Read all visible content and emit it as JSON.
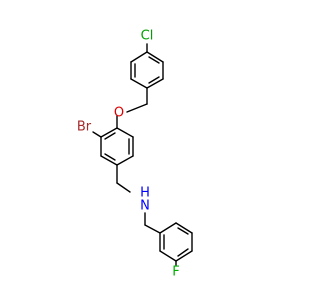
{
  "molecule": {
    "atoms": [
      {
        "id": "cl",
        "label": "Cl",
        "color": "#00a000"
      },
      {
        "id": "o",
        "label": "O",
        "color": "#e00000"
      },
      {
        "id": "br",
        "label": "Br",
        "color": "#a52a2a"
      },
      {
        "id": "n",
        "label": "N",
        "color": "#0000ff"
      },
      {
        "id": "h",
        "label": "H",
        "color": "#0000ff"
      },
      {
        "id": "f",
        "label": "F",
        "color": "#00b000"
      }
    ]
  }
}
